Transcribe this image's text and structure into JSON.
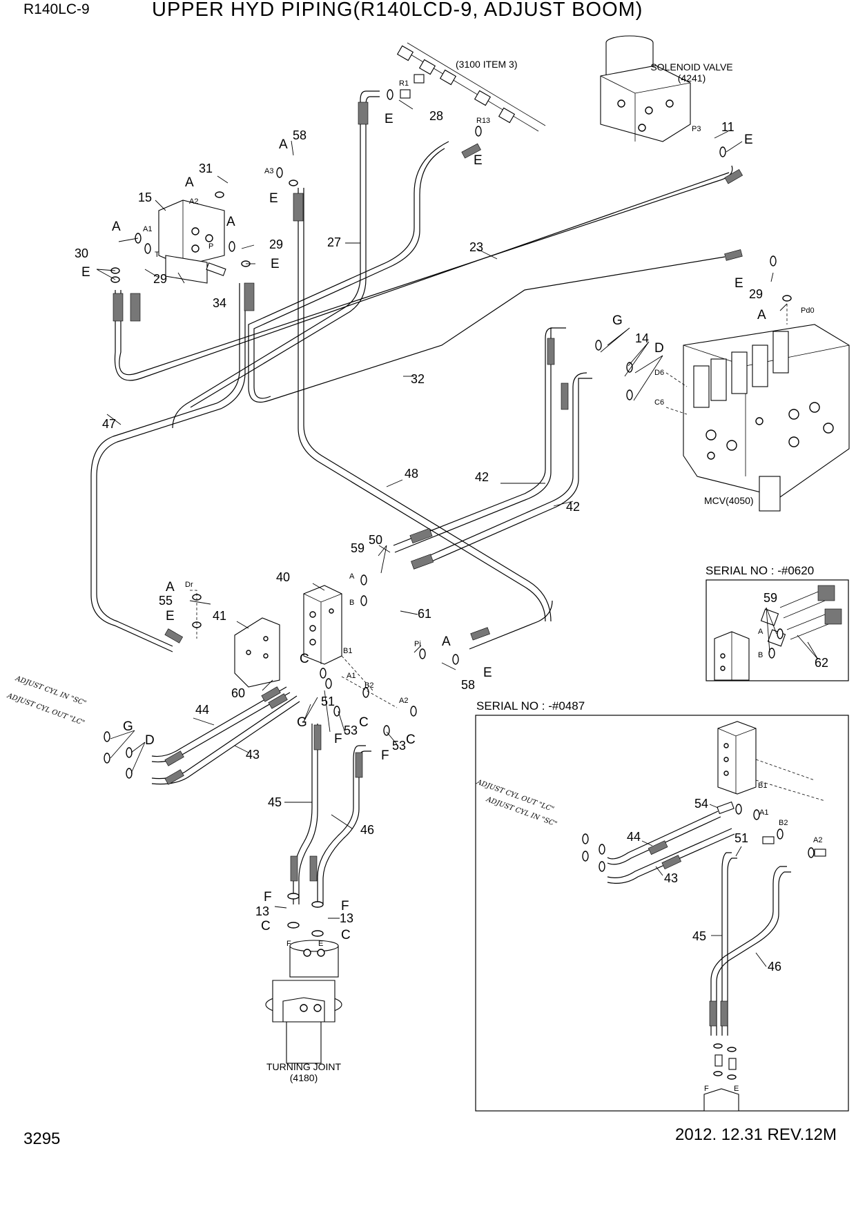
{
  "header": {
    "model": "R140LC-9",
    "title": "UPPER HYD PIPING(R140LCD-9, ADJUST BOOM)"
  },
  "footer": {
    "page_number": "3295",
    "revision": "2012. 12.31  REV.12M"
  },
  "components": {
    "solenoid_valve": "SOLENOID VALVE",
    "solenoid_valve_ref": "(4241)",
    "ref_3100": "(3100 ITEM 3)",
    "mcv": "MCV(4050)",
    "turning_joint": "TURNING JOINT",
    "turning_joint_ref": "(4180)",
    "adjust_cyl_in": "ADJUST CYL IN \"SC\"",
    "adjust_cyl_out": "ADJUST CYL OUT \"LC\""
  },
  "ports": {
    "a1": "A1",
    "a2": "A2",
    "a3": "A3",
    "b1": "B1",
    "b2": "B2",
    "p": "P",
    "t": "T",
    "r1": "R1",
    "r13": "R13",
    "p3": "P3",
    "pd0": "Pd0",
    "d6": "D6",
    "c6": "C6",
    "dr": "Dr",
    "pi": "Pi",
    "a": "A",
    "b": "B",
    "f": "F",
    "e": "E"
  },
  "parts": {
    "p11": "11",
    "p13": "13",
    "p14": "14",
    "p15": "15",
    "p23": "23",
    "p27": "27",
    "p28": "28",
    "p29": "29",
    "p30": "30",
    "p31": "31",
    "p32": "32",
    "p34": "34",
    "p40": "40",
    "p41": "41",
    "p42": "42",
    "p43": "43",
    "p44": "44",
    "p45": "45",
    "p46": "46",
    "p47": "47",
    "p48": "48",
    "p50": "50",
    "p51": "51",
    "p53": "53",
    "p54": "54",
    "p55": "55",
    "p58": "58",
    "p59": "59",
    "p60": "60",
    "p61": "61",
    "p62": "62"
  },
  "letters": {
    "a": "A",
    "c": "C",
    "d": "D",
    "e": "E",
    "f": "F",
    "g": "G"
  },
  "insets": {
    "serial_0620": "SERIAL NO : -#0620",
    "serial_0487": "SERIAL NO : -#0487"
  }
}
